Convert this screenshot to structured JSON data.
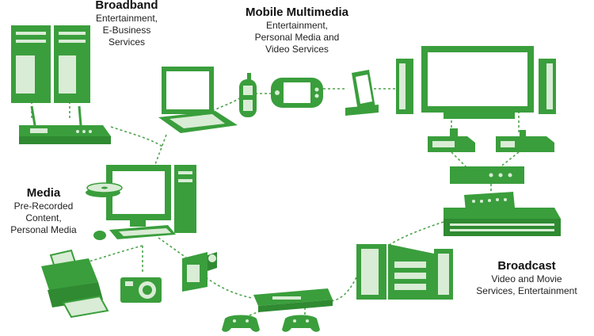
{
  "colors": {
    "device_green": "#3a9e3c",
    "device_light": "#d9ecd5",
    "link": "#4ea34e",
    "text": "#222222"
  },
  "groups": {
    "broadband": {
      "title": "Broadband",
      "subtitle": "Entertainment,\nE-Business\nServices"
    },
    "mobile": {
      "title": "Mobile Multimedia",
      "subtitle": "Entertainment,\nPersonal Media and\nVideo Services"
    },
    "media": {
      "title": "Media",
      "subtitle": "Pre-Recorded\nContent,\nPersonal Media"
    },
    "broadcast": {
      "title": "Broadcast",
      "subtitle": "Video and Movie\nServices, Entertainment"
    }
  },
  "devices": [
    "server-icon",
    "router-icon",
    "laptop-icon",
    "cell-phone-icon",
    "handheld-console-icon",
    "pda-icon",
    "flat-tv-icon",
    "set-top-box-icon",
    "dvr-icon",
    "media-receiver-icon",
    "remote-control-icon",
    "av-receiver-icon",
    "speaker-icon",
    "desktop-computer-icon",
    "optical-disc-icon",
    "printer-icon",
    "digital-camera-icon",
    "camcorder-icon",
    "dvd-player-icon",
    "game-controller-icon"
  ]
}
